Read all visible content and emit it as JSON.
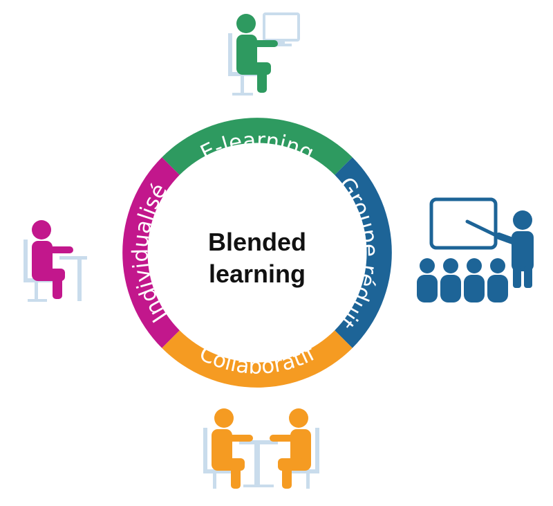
{
  "center": {
    "line1": "Blended",
    "line2": "learning"
  },
  "segments": [
    {
      "id": "elearning",
      "label": "E-learning",
      "color": "#2e9a60"
    },
    {
      "id": "groupe",
      "label": "Groupe réduit",
      "color": "#1d6497"
    },
    {
      "id": "collab",
      "label": "Collaboratif",
      "color": "#f59b22"
    },
    {
      "id": "indiv",
      "label": "Individualisé",
      "color": "#c2178c"
    }
  ],
  "icons": {
    "top": "person-at-computer-icon",
    "right": "presenter-with-audience-icon",
    "bottom": "two-people-at-table-icon",
    "left": "person-at-desk-icon"
  },
  "colors": {
    "furniture": "#c9dcec",
    "board_frame": "#1d6497"
  }
}
